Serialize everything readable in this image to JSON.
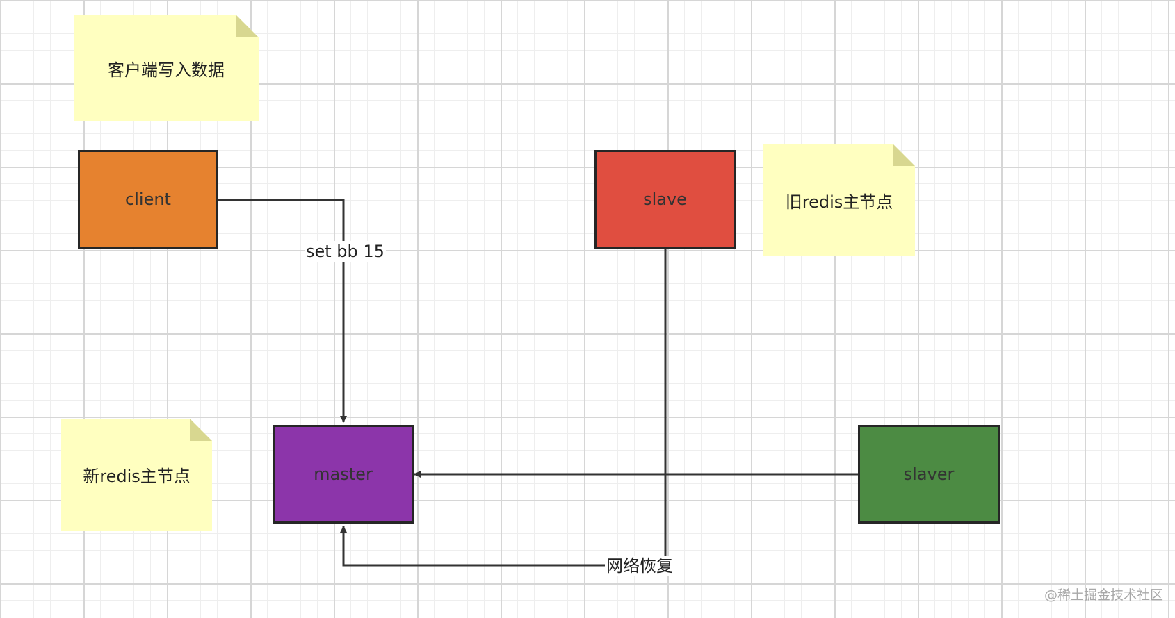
{
  "colors": {
    "client": "#e6822f",
    "slave": "#e04e40",
    "master": "#8c35aa",
    "slaver": "#4c8b43",
    "note": "#ffffc0",
    "note_fold": "#d8d790",
    "edge": "#333333"
  },
  "nodes": {
    "client": {
      "label": "client"
    },
    "slave": {
      "label": "slave"
    },
    "master": {
      "label": "master"
    },
    "slaver": {
      "label": "slaver"
    }
  },
  "notes": {
    "client_write": {
      "text": "客户端写入数据"
    },
    "old_master": {
      "text": "旧redis主节点"
    },
    "new_master": {
      "text": "新redis主节点"
    }
  },
  "edges": {
    "client_to_master": {
      "label": "set bb 15"
    },
    "slave_to_master": {
      "label": "网络恢复"
    },
    "slaver_to_master": {
      "label": ""
    }
  },
  "watermark": "@稀土掘金技术社区"
}
